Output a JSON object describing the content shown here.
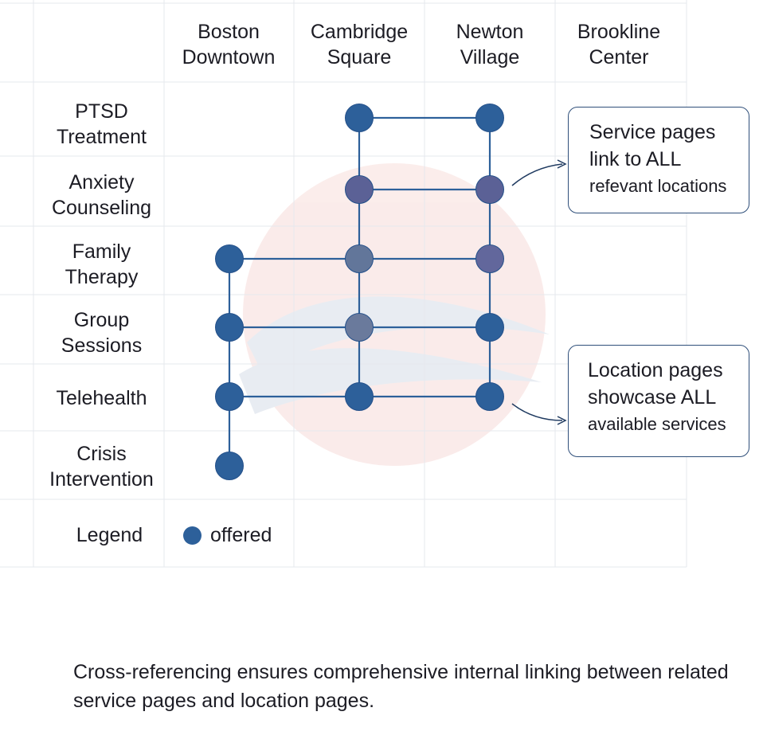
{
  "columns": [
    {
      "id": "boston",
      "label": "Boston\nDowntown"
    },
    {
      "id": "cambridge",
      "label": "Cambridge\nSquare"
    },
    {
      "id": "newton",
      "label": "Newton\nVillage"
    },
    {
      "id": "brookline",
      "label": "Brookline\nCenter"
    }
  ],
  "rows": [
    {
      "id": "ptsd",
      "label": "PTSD\nTreatment"
    },
    {
      "id": "anxiety",
      "label": "Anxiety\nCounseling"
    },
    {
      "id": "family",
      "label": "Family\nTherapy"
    },
    {
      "id": "group",
      "label": "Group\nSessions"
    },
    {
      "id": "telehealth",
      "label": "Telehealth"
    },
    {
      "id": "crisis",
      "label": "Crisis\nIntervention"
    }
  ],
  "offered": [
    {
      "row": "ptsd",
      "col": "cambridge",
      "color": "#2d609a"
    },
    {
      "row": "ptsd",
      "col": "newton",
      "color": "#2d609a"
    },
    {
      "row": "anxiety",
      "col": "cambridge",
      "color": "#5b6196"
    },
    {
      "row": "anxiety",
      "col": "newton",
      "color": "#5b6196"
    },
    {
      "row": "family",
      "col": "boston",
      "color": "#2d609a"
    },
    {
      "row": "family",
      "col": "cambridge",
      "color": "#62769a"
    },
    {
      "row": "family",
      "col": "newton",
      "color": "#62679c"
    },
    {
      "row": "group",
      "col": "boston",
      "color": "#2d609a"
    },
    {
      "row": "group",
      "col": "cambridge",
      "color": "#6a7a9c"
    },
    {
      "row": "group",
      "col": "newton",
      "color": "#2d609a"
    },
    {
      "row": "telehealth",
      "col": "boston",
      "color": "#2d609a"
    },
    {
      "row": "telehealth",
      "col": "cambridge",
      "color": "#2d609a"
    },
    {
      "row": "telehealth",
      "col": "newton",
      "color": "#2d609a"
    },
    {
      "row": "crisis",
      "col": "boston",
      "color": "#2d609a"
    }
  ],
  "callouts": {
    "service": {
      "line1": "Service pages",
      "line2": "link to ALL",
      "line3": "refevant locations"
    },
    "location": {
      "line1": "Location pages",
      "line2": "showcase ALL",
      "line3": "available services"
    }
  },
  "legend": {
    "title": "Legend",
    "item": "offered",
    "color": "#2d609a"
  },
  "footnote": "Cross-referencing ensures comprehensive internal linking between related service pages and location pages.",
  "colors": {
    "line": "#2d609a",
    "grid": "#e6e8ee",
    "callout_border": "#2f4f7a"
  }
}
